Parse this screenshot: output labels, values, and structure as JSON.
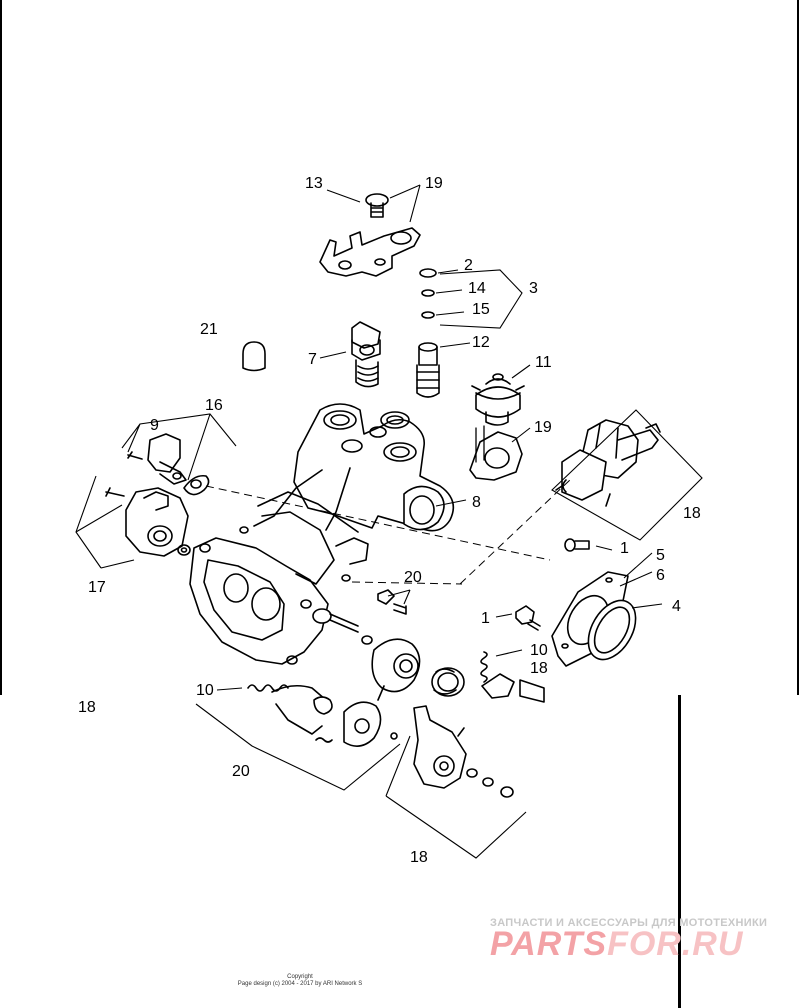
{
  "diagram": {
    "callouts": {
      "c1a": "1",
      "c1b": "1",
      "c2": "2",
      "c3": "3",
      "c4": "4",
      "c5": "5",
      "c6": "6",
      "c7": "7",
      "c8": "8",
      "c9": "9",
      "c10a": "10",
      "c10b": "10",
      "c11": "11",
      "c12": "12",
      "c13": "13",
      "c14": "14",
      "c15": "15",
      "c16": "16",
      "c17": "17",
      "c18a": "18",
      "c18b": "18",
      "c18c": "18",
      "c18d": "18",
      "c19a": "19",
      "c19b": "19",
      "c20a": "20",
      "c20b": "20",
      "c21": "21"
    }
  },
  "footer": {
    "copyright_line1": "Copyright",
    "copyright_line2": "Page design (c) 2004 - 2017 by ARI Network S"
  },
  "watermark": {
    "caption": "ЗАПЧАСТИ И АКСЕССУАРЫ ДЛЯ МОТОТЕХНИКИ",
    "logo_left": "PARTS",
    "logo_right": "FOR.RU"
  }
}
